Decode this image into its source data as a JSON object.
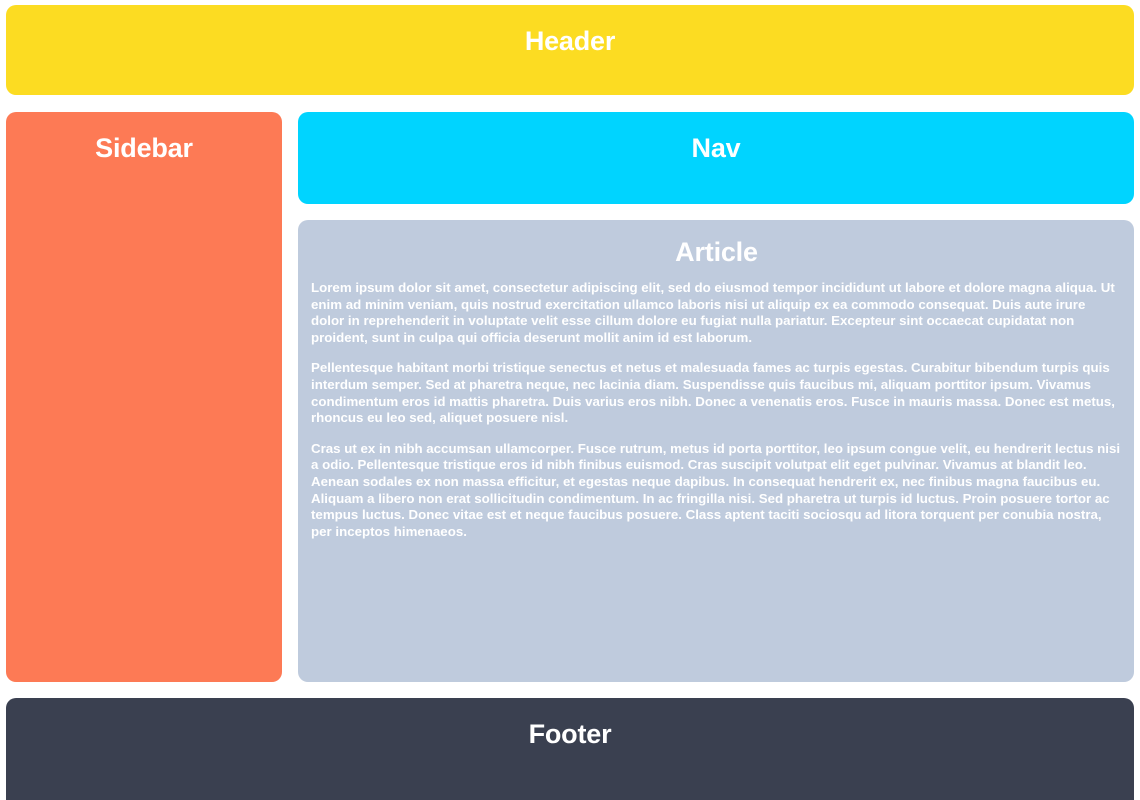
{
  "layout": {
    "name": "holy-grail-layout",
    "colors": {
      "header_bg": "#fcdc22",
      "sidebar_bg": "#fd7a55",
      "nav_bg": "#00d4ff",
      "article_bg": "#bfcbdd",
      "footer_bg": "#3a4050",
      "text": "#ffffff",
      "page_bg": "#ffffff"
    }
  },
  "header": {
    "title": "Header"
  },
  "sidebar": {
    "title": "Sidebar"
  },
  "nav": {
    "title": "Nav"
  },
  "article": {
    "title": "Article",
    "paragraphs": [
      "Lorem ipsum dolor sit amet, consectetur adipiscing elit, sed do eiusmod tempor incididunt ut labore et dolore magna aliqua. Ut enim ad minim veniam, quis nostrud exercitation ullamco laboris nisi ut aliquip ex ea commodo consequat. Duis aute irure dolor in reprehenderit in voluptate velit esse cillum dolore eu fugiat nulla pariatur. Excepteur sint occaecat cupidatat non proident, sunt in culpa qui officia deserunt mollit anim id est laborum.",
      "Pellentesque habitant morbi tristique senectus et netus et malesuada fames ac turpis egestas. Curabitur bibendum turpis quis interdum semper. Sed at pharetra neque, nec lacinia diam. Suspendisse quis faucibus mi, aliquam porttitor ipsum. Vivamus condimentum eros id mattis pharetra. Duis varius eros nibh. Donec a venenatis eros. Fusce in mauris massa. Donec est metus, rhoncus eu leo sed, aliquet posuere nisl.",
      "Cras ut ex in nibh accumsan ullamcorper. Fusce rutrum, metus id porta porttitor, leo ipsum congue velit, eu hendrerit lectus nisi a odio. Pellentesque tristique eros id nibh finibus euismod. Cras suscipit volutpat elit eget pulvinar. Vivamus at blandit leo. Aenean sodales ex non massa efficitur, et egestas neque dapibus. In consequat hendrerit ex, nec finibus magna faucibus eu. Aliquam a libero non erat sollicitudin condimentum. In ac fringilla nisi. Sed pharetra ut turpis id luctus. Proin posuere tortor ac tempus luctus. Donec vitae est et neque faucibus posuere. Class aptent taciti sociosqu ad litora torquent per conubia nostra, per inceptos himenaeos."
    ]
  },
  "footer": {
    "title": "Footer"
  }
}
